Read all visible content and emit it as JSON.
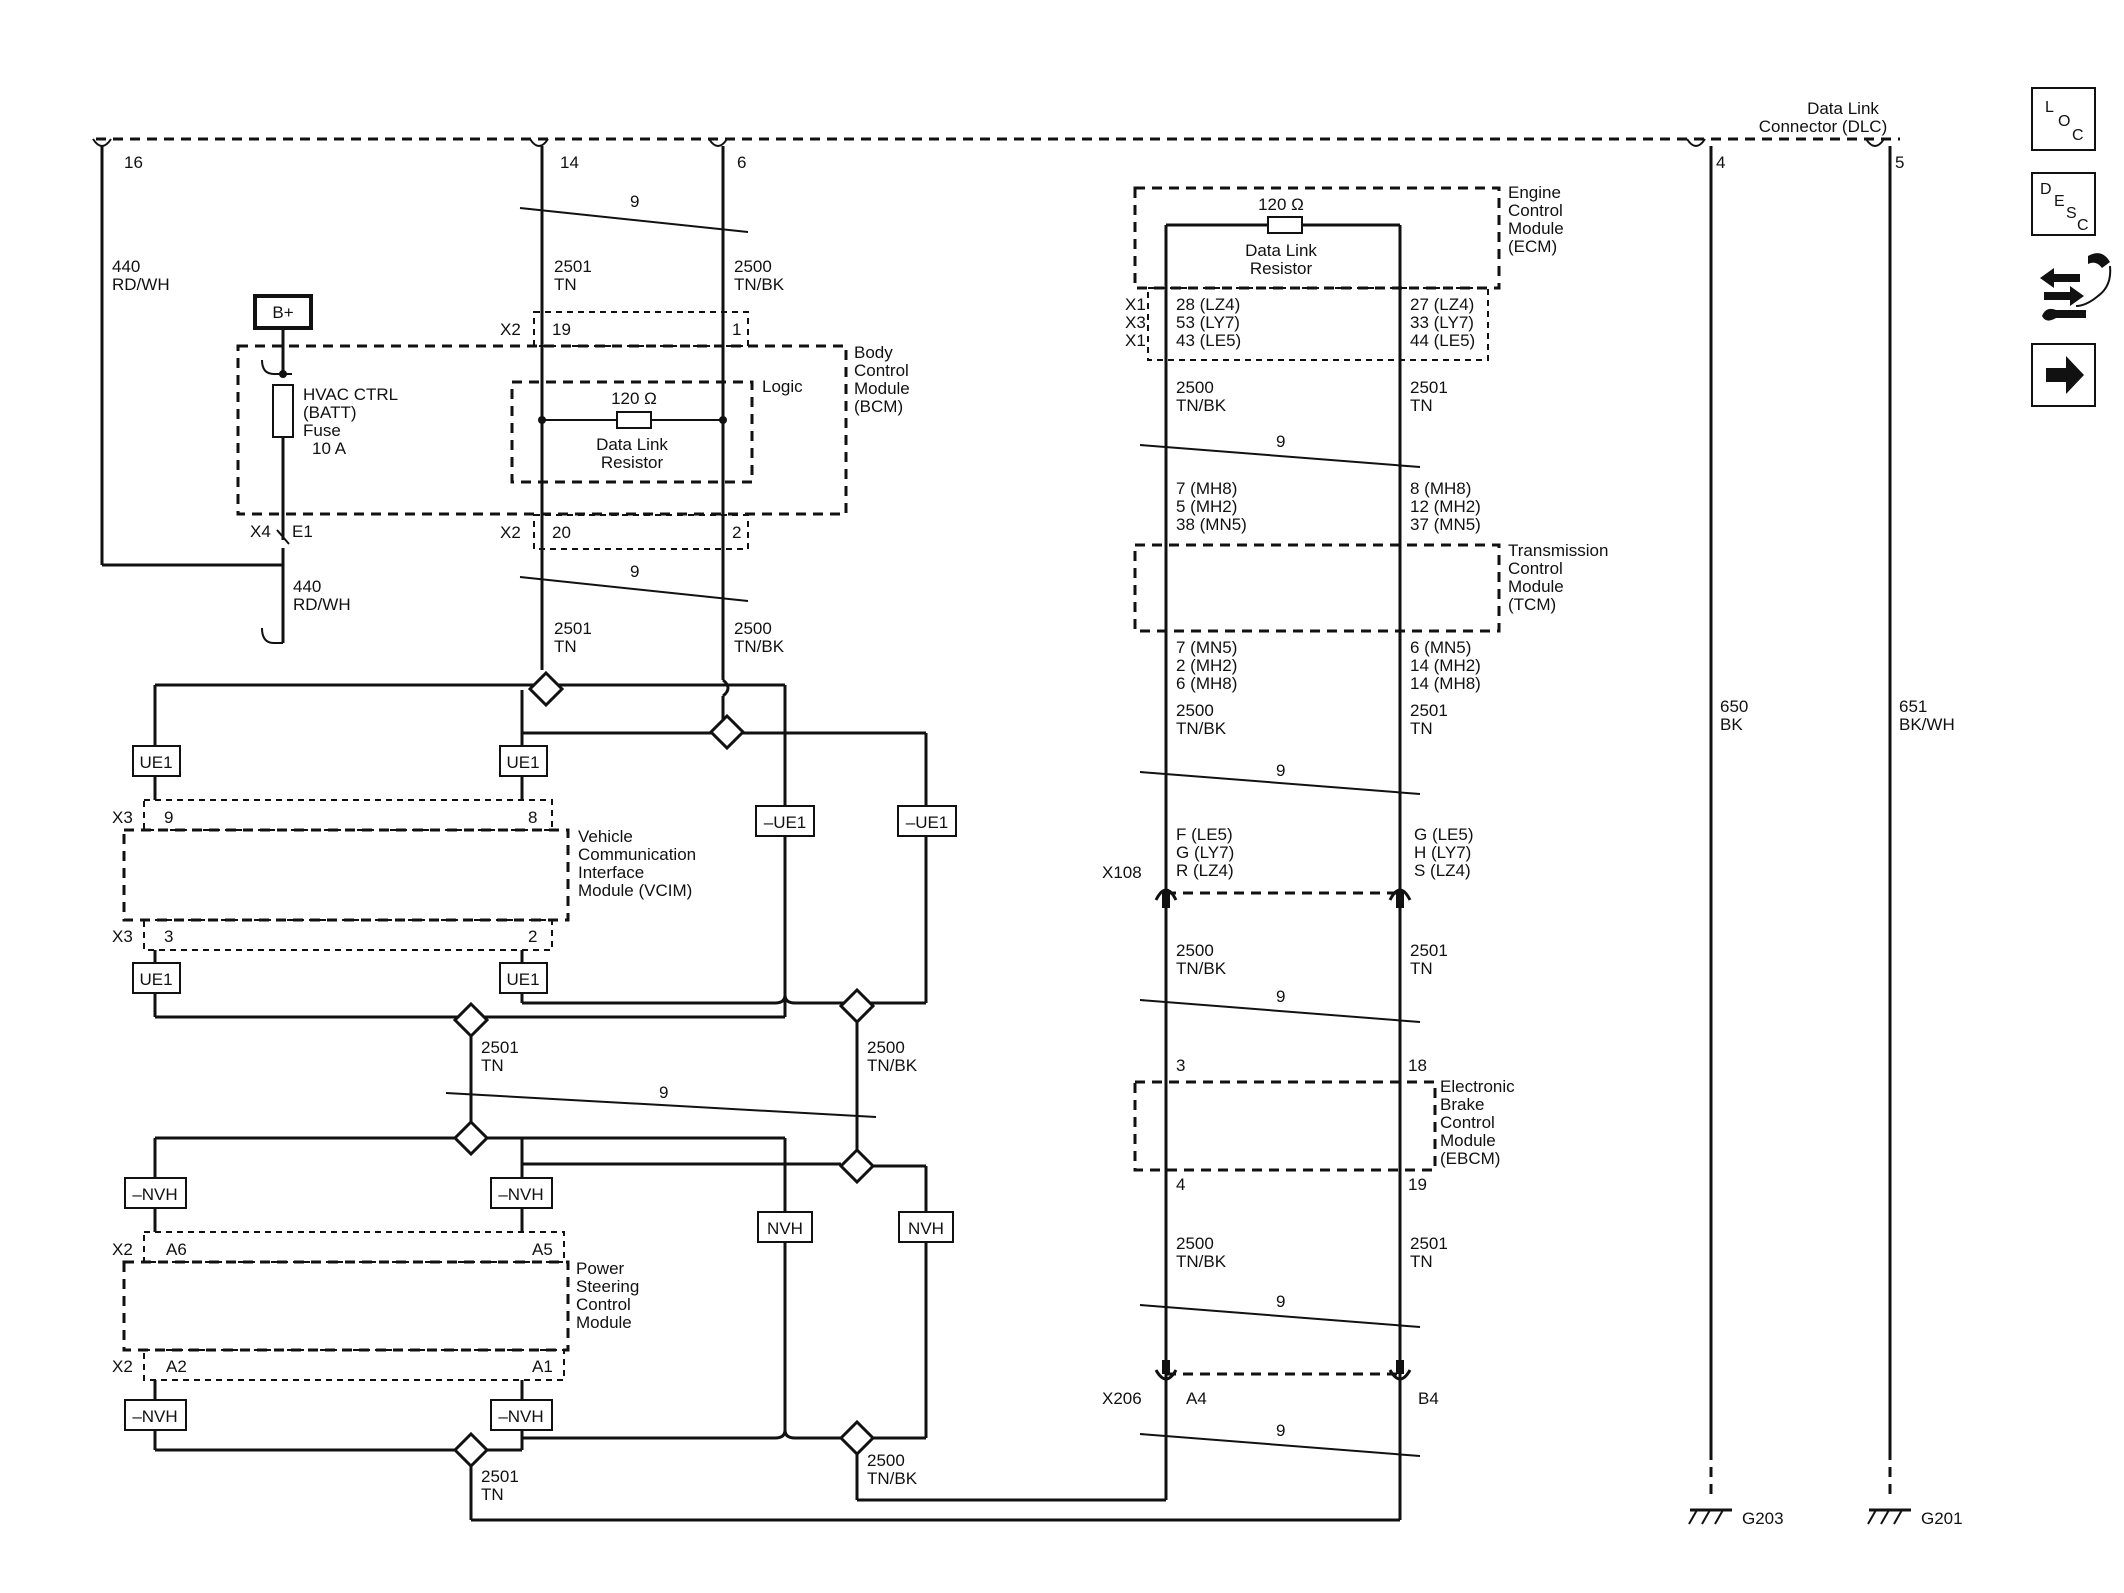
{
  "dlc": {
    "title1": "Data Link",
    "title2": "Connector (DLC)",
    "pins": [
      "16",
      "14",
      "6",
      "4",
      "5"
    ]
  },
  "nav": {
    "loc": [
      "L",
      "O",
      "C"
    ],
    "desc": [
      "D",
      "E",
      "S",
      "C"
    ]
  },
  "bcm": {
    "name": [
      "Body",
      "Control",
      "Module",
      "(BCM)"
    ],
    "logic": "Logic",
    "resistor": {
      "value": "120 Ω",
      "label": [
        "Data Link",
        "Resistor"
      ]
    },
    "x2": "X2",
    "x4": "X4",
    "e1": "E1",
    "pins_top": [
      "19",
      "1"
    ],
    "pins_bottom": [
      "20",
      "2"
    ]
  },
  "b_plus": "B+",
  "fuse": [
    "HVAC CTRL",
    "(BATT)",
    "Fuse",
    "10 A"
  ],
  "wires": {
    "w440": [
      "440",
      "RD/WH"
    ],
    "w2501": [
      "2501",
      "TN"
    ],
    "w2500": [
      "2500",
      "TN/BK"
    ],
    "w650": [
      "650",
      "BK"
    ],
    "w651": [
      "651",
      "BK/WH"
    ],
    "twist": "9"
  },
  "vcim": {
    "name": [
      "Vehicle",
      "Communication",
      "Interface",
      "Module (VCIM)"
    ],
    "conn": "X3",
    "pins_top": [
      "9",
      "8"
    ],
    "pins_bottom": [
      "3",
      "2"
    ],
    "option": "UE1",
    "option_neg": "–UE1"
  },
  "pscm": {
    "name": [
      "Power",
      "Steering",
      "Control",
      "Module"
    ],
    "conn": "X2",
    "pins_top": [
      "A6",
      "A5"
    ],
    "pins_bottom": [
      "A2",
      "A1"
    ],
    "option": "NVH",
    "option_neg": "–NVH"
  },
  "ecm": {
    "name": [
      "Engine",
      "Control",
      "Module",
      "(ECM)"
    ],
    "resistor": {
      "value": "120 Ω",
      "label": [
        "Data Link",
        "Resistor"
      ]
    },
    "conns": [
      "X1",
      "X3",
      "X1"
    ],
    "pins_left": [
      "28 (LZ4)",
      "53 (LY7)",
      "43 (LE5)"
    ],
    "pins_right": [
      "27 (LZ4)",
      "33 (LY7)",
      "44 (LE5)"
    ]
  },
  "tcm": {
    "name": [
      "Transmission",
      "Control",
      "Module",
      "(TCM)"
    ],
    "pins_top_left": [
      "7 (MH8)",
      "5 (MH2)",
      "38 (MN5)"
    ],
    "pins_top_right": [
      "8 (MH8)",
      "12 (MH2)",
      "37 (MN5)"
    ],
    "pins_bottom_left": [
      "7 (MN5)",
      "2 (MH2)",
      "6 (MH8)"
    ],
    "pins_bottom_right": [
      "6 (MN5)",
      "14 (MH2)",
      "14 (MH8)"
    ]
  },
  "x108": {
    "name": "X108",
    "pins_left": [
      "F (LE5)",
      "G (LY7)",
      "R (LZ4)"
    ],
    "pins_right": [
      "G (LE5)",
      "H (LY7)",
      "S (LZ4)"
    ]
  },
  "ebcm": {
    "name": [
      "Electronic",
      "Brake",
      "Control",
      "Module",
      "(EBCM)"
    ],
    "pins_top": [
      "3",
      "18"
    ],
    "pins_bottom": [
      "4",
      "19"
    ]
  },
  "x206": {
    "name": "X206",
    "pins": [
      "A4",
      "B4"
    ]
  },
  "grounds": [
    "G203",
    "G201"
  ]
}
